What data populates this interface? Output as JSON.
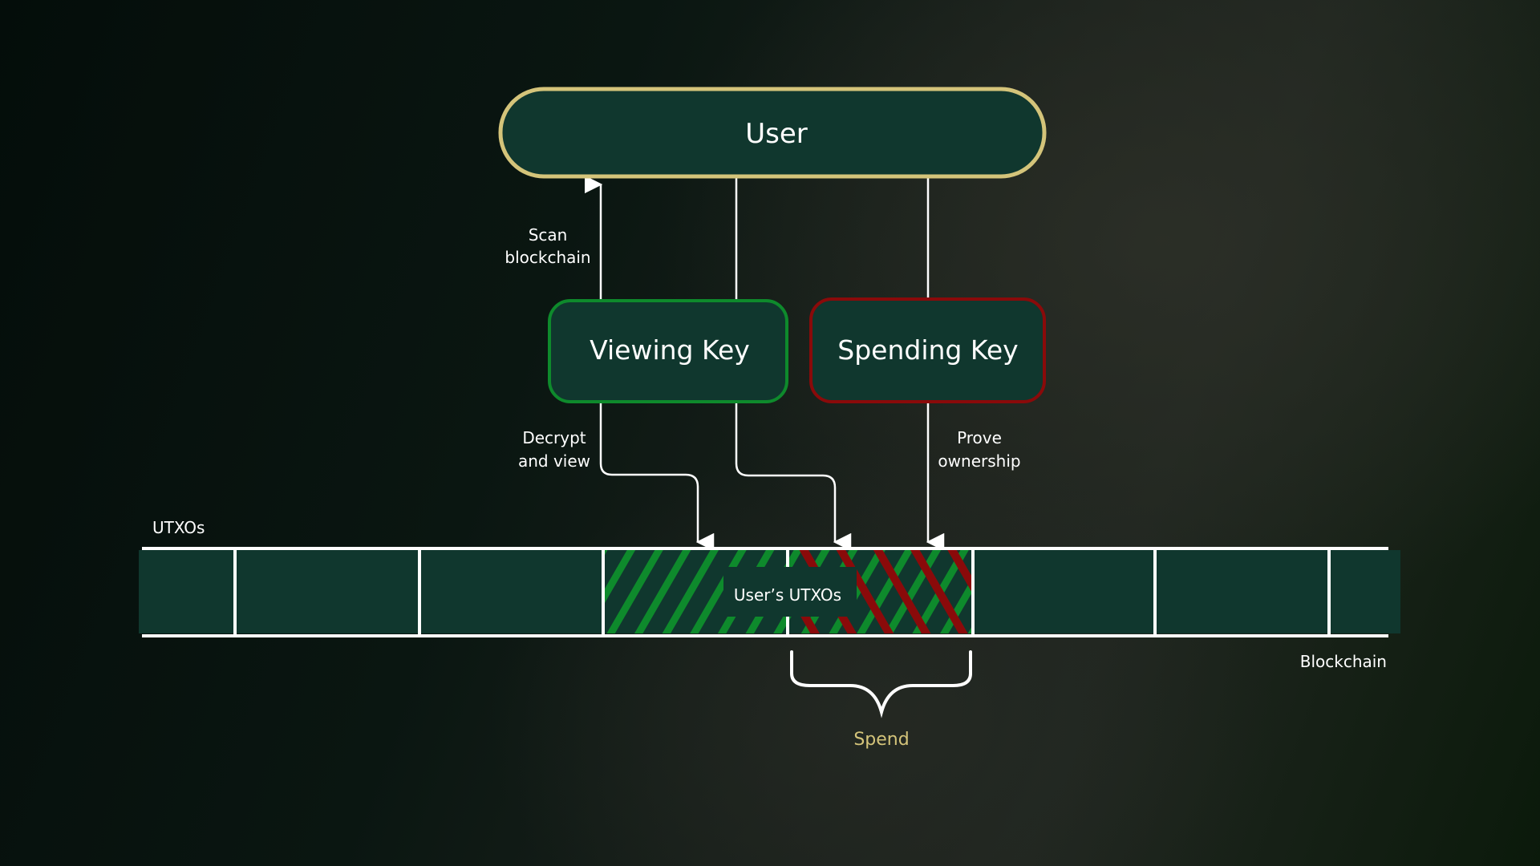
{
  "nodes": {
    "user": {
      "label": "User",
      "border_color": "#d4c47a"
    },
    "viewing_key": {
      "label": "Viewing Key",
      "border_color": "#0e8a2c"
    },
    "spending_key": {
      "label": "Spending Key",
      "border_color": "#8a0a0a"
    }
  },
  "edges": {
    "scan": {
      "line1": "Scan",
      "line2": "blockchain"
    },
    "decrypt": {
      "line1": "Decrypt",
      "line2": "and view"
    },
    "prove": {
      "line1": "Prove",
      "line2": "ownership"
    }
  },
  "blockchain": {
    "utxos_label": "UTXOs",
    "chain_label": "Blockchain",
    "users_utxos_label": "User’s UTXOs",
    "spend_label": "Spend",
    "block_fill": "#10372e",
    "viewing_hatch_color": "#0e8a2c",
    "spending_hatch_color": "#8a0a0a",
    "spend_label_color": "#d4c47a"
  }
}
